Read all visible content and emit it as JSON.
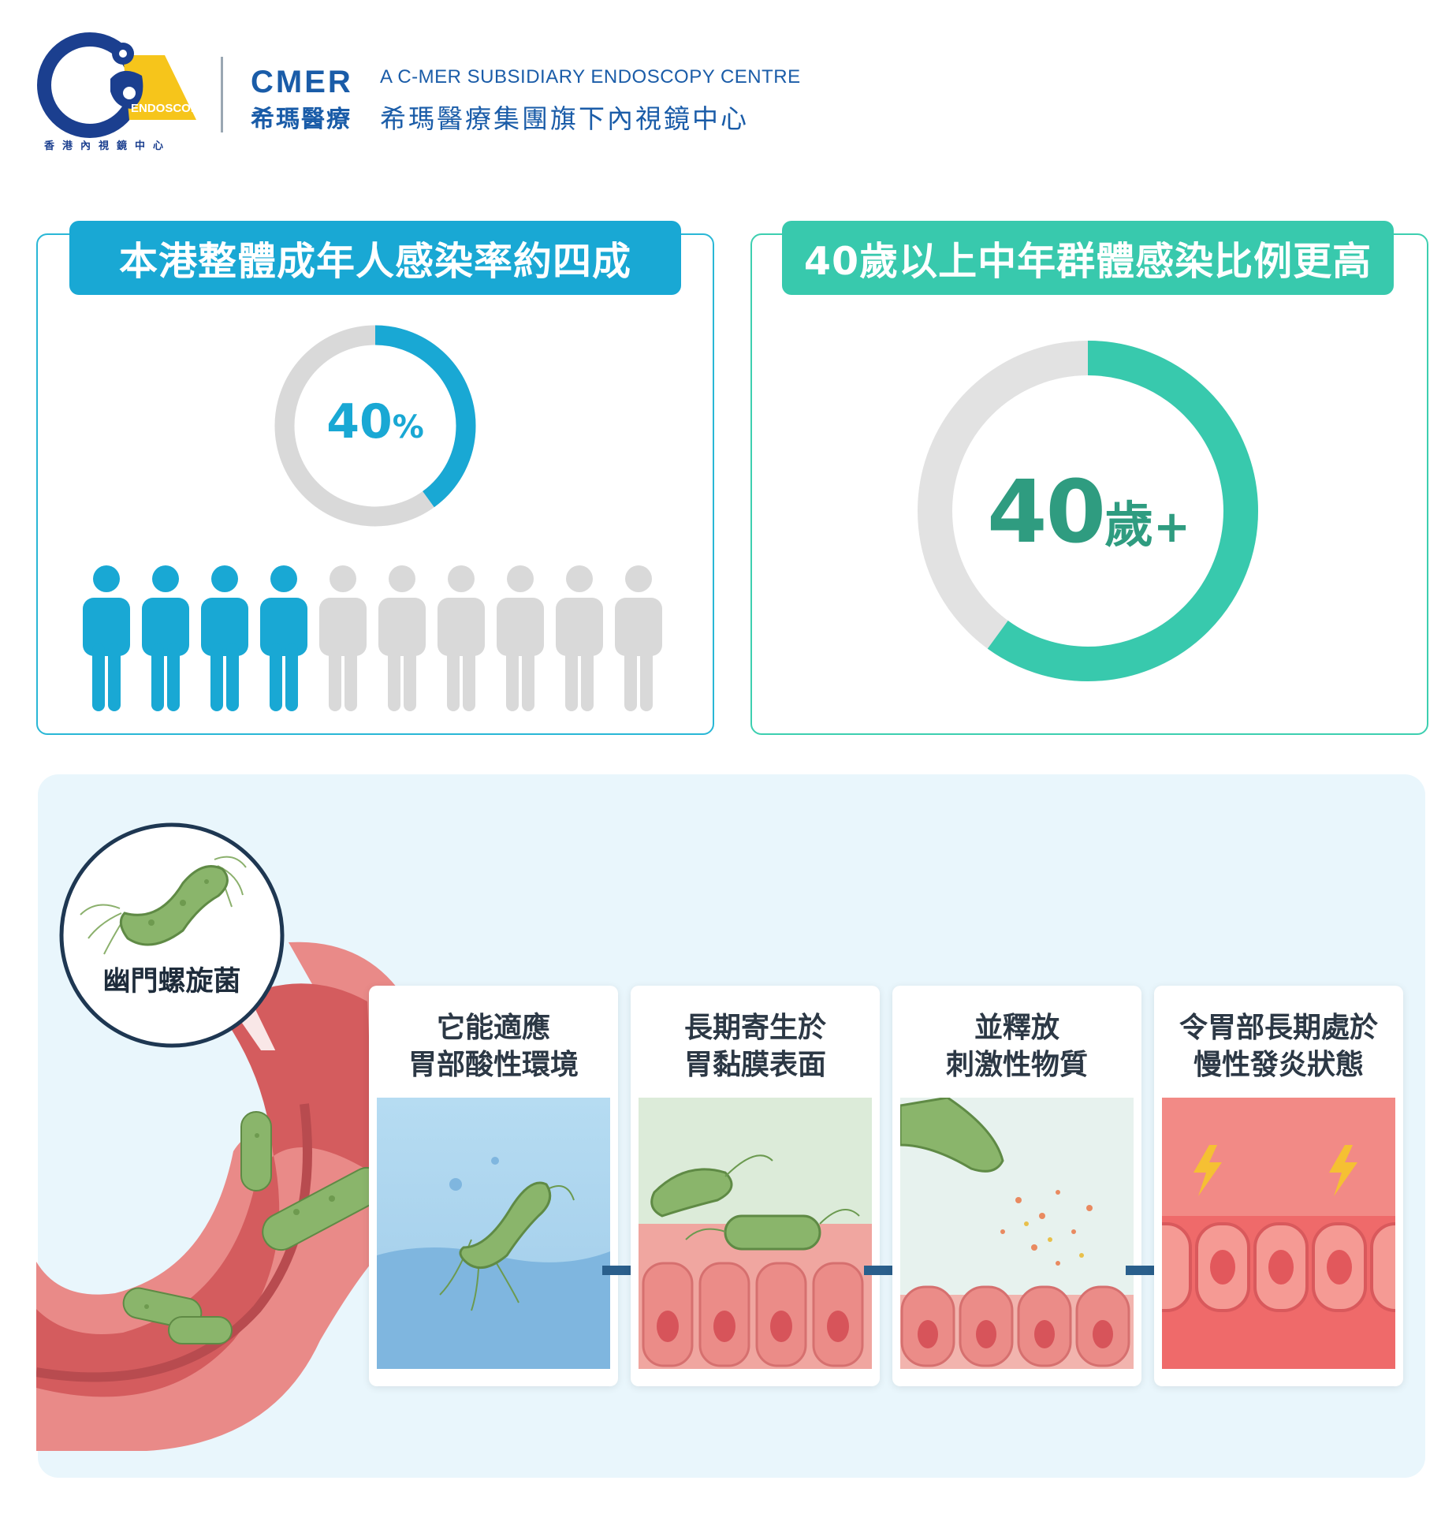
{
  "header": {
    "hk_logo_text": "ENDOSCOPY CENTRE",
    "hk_caption": "香港內視鏡中心",
    "cmer_wordmark": "CMER",
    "cmer_chinese": "希瑪醫療",
    "subsidiary_en": "A C-MER SUBSIDIARY ENDOSCOPY CENTRE",
    "subsidiary_zh": "希瑪醫療集團旗下內視鏡中心"
  },
  "colors": {
    "blue": "#19a8d4",
    "teal": "#38c9ad",
    "grey": "#d9d9d9",
    "brand_navy": "#1a5ca8"
  },
  "stat_left": {
    "title": "本港整體成年人感染率約四成",
    "percent": "40",
    "percent_unit": "%",
    "ring_fraction": 0.4,
    "people_total": 10,
    "people_highlighted": 4
  },
  "stat_right": {
    "title": "40歲以上中年群體感染比例更高",
    "age_value": "40",
    "age_unit": "歲",
    "age_suffix": "+",
    "ring_fraction": 0.6
  },
  "process": {
    "bacterium_label": "幽門螺旋菌",
    "steps": [
      {
        "line1": "它能適應",
        "line2": "胃部酸性環境"
      },
      {
        "line1": "長期寄生於",
        "line2": "胃黏膜表面"
      },
      {
        "line1": "並釋放",
        "line2": "刺激性物質"
      },
      {
        "line1": "令胃部長期處於",
        "line2": "慢性發炎狀態"
      }
    ]
  }
}
